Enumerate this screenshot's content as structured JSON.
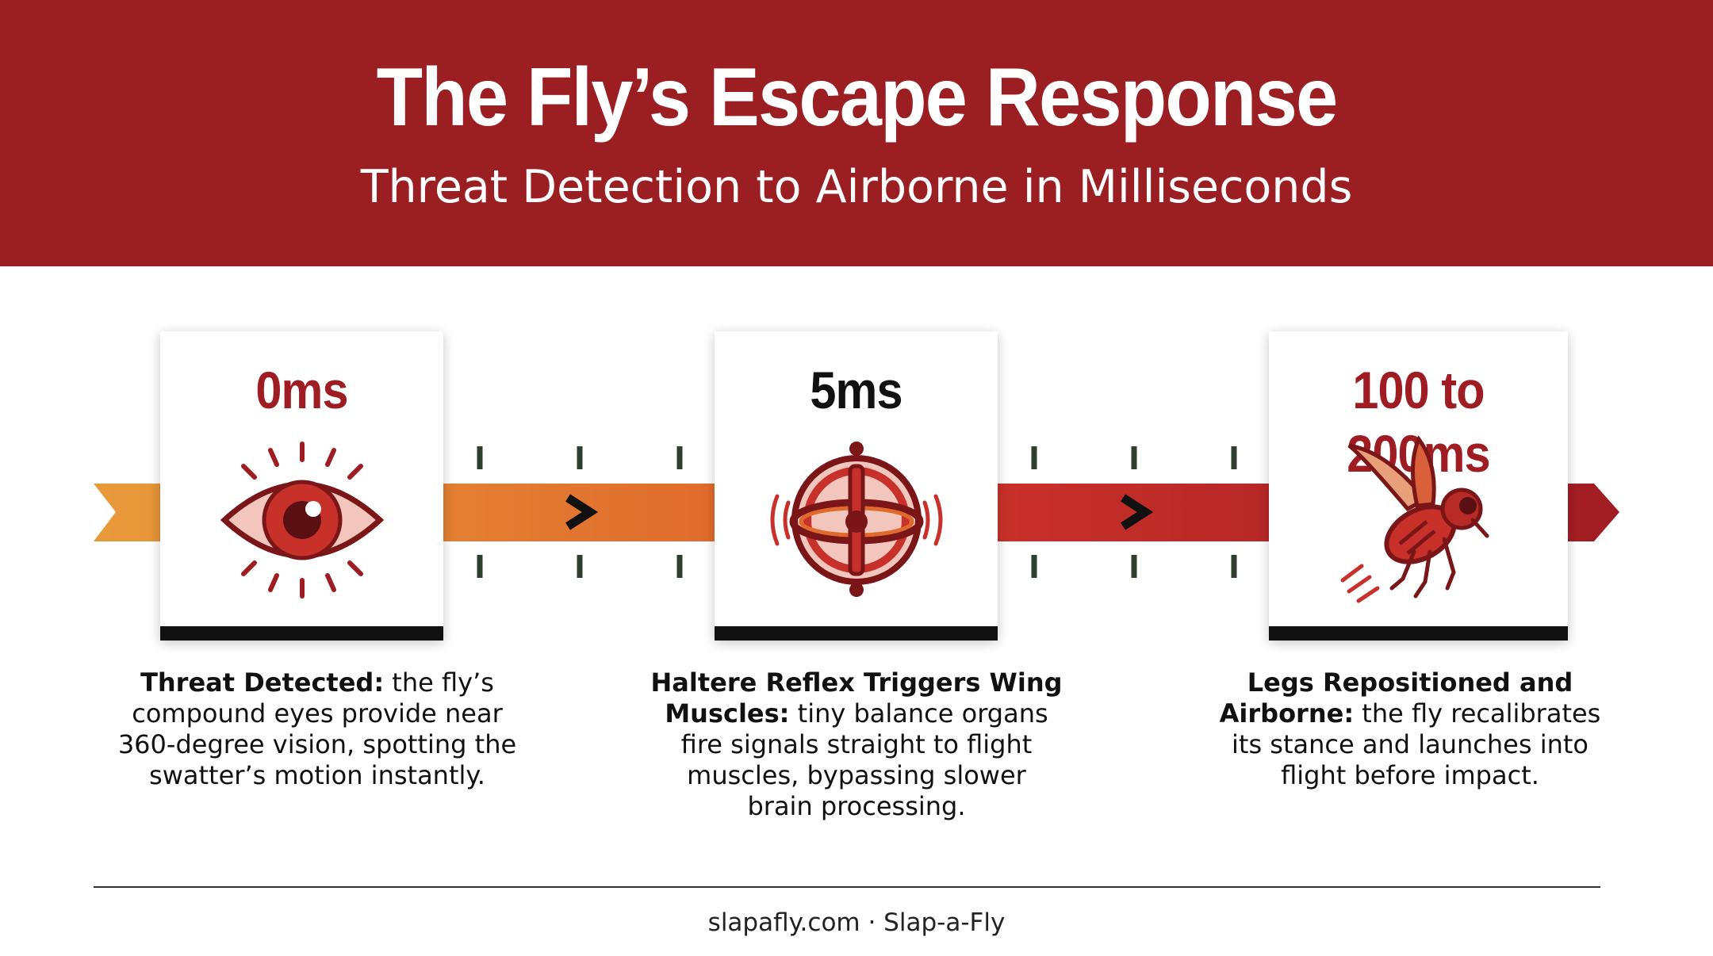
{
  "header": {
    "title": "The Fly’s Escape Response",
    "subtitle": "Threat Detection to Airborne in Milliseconds"
  },
  "colors": {
    "header_bg": "#9a1e22",
    "accent_red": "#9e1c22",
    "arrow_orange": "#e89a3a",
    "arrow_red": "#a51f24",
    "tick": "#2f3f2f"
  },
  "steps": [
    {
      "time": "0ms",
      "time_color": "#9e1c22",
      "icon": "eye-icon",
      "title": "Threat Detected:",
      "text": " the fly’s compound eyes provide near 360-degree vision, spotting the swatter’s motion instantly."
    },
    {
      "time": "5ms",
      "time_color": "#111111",
      "icon": "gyroscope-icon",
      "title": "Haltere Reflex Triggers Wing Muscles:",
      "text": " tiny balance organs fire signals straight to flight muscles, bypassing slower brain processing."
    },
    {
      "time": "100 to 200ms",
      "time_color": "#9e1c22",
      "icon": "fly-icon",
      "title": "Legs Repositioned and Airborne:",
      "text": " the fly recalibrates its stance and launches into flight before impact."
    }
  ],
  "footer": {
    "text": "slapafly.com · Slap-a-Fly"
  }
}
